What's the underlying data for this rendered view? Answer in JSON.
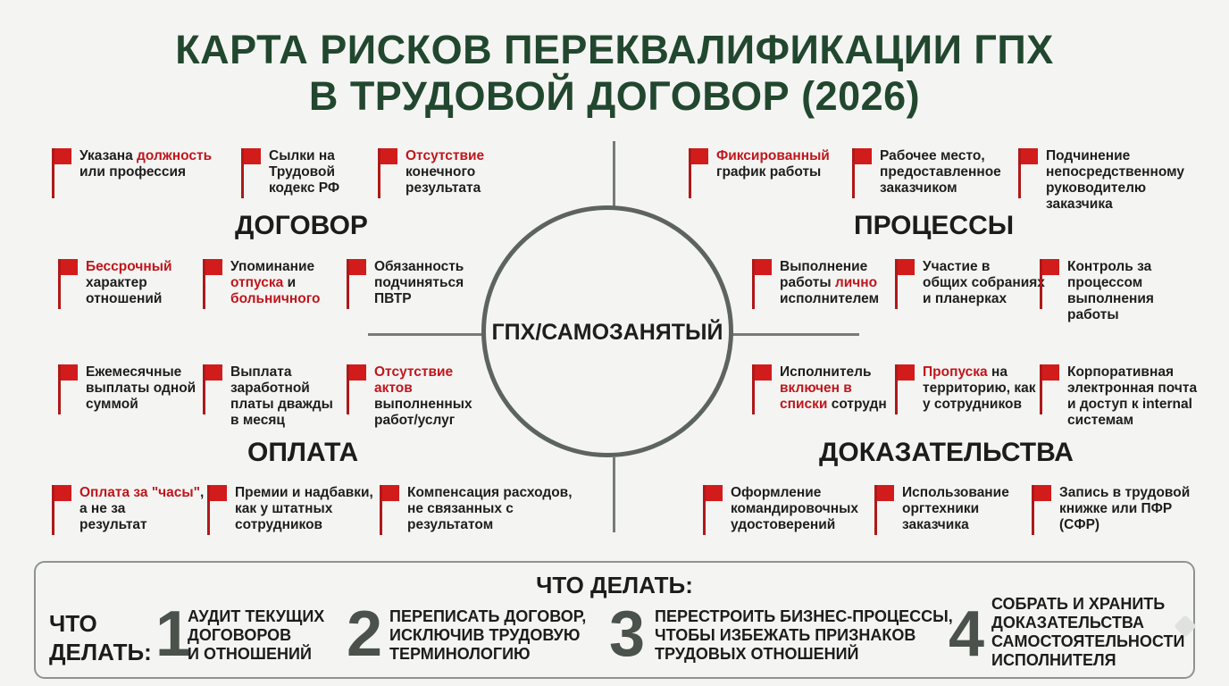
{
  "title": {
    "line1": "КАРТА РИСКОВ ПЕРЕКВАЛИФИКАЦИИ ГПХ",
    "line2": "В ТРУДОВОЙ ДОГОВОР (2026)"
  },
  "center_label": "ГПХ/САМОЗАНЯТЫЙ",
  "sections": {
    "contract": "ДОГОВОР",
    "processes": "ПРОЦЕССЫ",
    "payment": "ОПЛАТА",
    "evidence": "ДОКАЗАТЕЛЬСТВА"
  },
  "risks": [
    {
      "id": "position",
      "lines": [
        [
          {
            "t": "Указана "
          },
          {
            "t": "должность",
            "hl": true
          }
        ],
        [
          {
            "t": "или профессия"
          }
        ]
      ]
    },
    {
      "id": "labor-code",
      "lines": [
        [
          {
            "t": "Сылки на"
          }
        ],
        [
          {
            "t": "Трудовой"
          }
        ],
        [
          {
            "t": "кодекс РФ"
          }
        ]
      ]
    },
    {
      "id": "no-result",
      "lines": [
        [
          {
            "t": "Отсутствие",
            "hl": true
          }
        ],
        [
          {
            "t": "конечного"
          }
        ],
        [
          {
            "t": "результата"
          }
        ]
      ]
    },
    {
      "id": "indefinite",
      "lines": [
        [
          {
            "t": "Бессрочный",
            "hl": true
          }
        ],
        [
          {
            "t": "характер"
          }
        ],
        [
          {
            "t": "отношений"
          }
        ]
      ]
    },
    {
      "id": "vacation",
      "lines": [
        [
          {
            "t": "Упоминание"
          }
        ],
        [
          {
            "t": "отпуска",
            "hl": true
          },
          {
            "t": " и"
          }
        ],
        [
          {
            "t": "больничного",
            "hl": true
          }
        ]
      ]
    },
    {
      "id": "pvtr",
      "lines": [
        [
          {
            "t": "Обязанность"
          }
        ],
        [
          {
            "t": "подчиняться"
          }
        ],
        [
          {
            "t": "ПВТР"
          }
        ]
      ]
    },
    {
      "id": "monthly",
      "lines": [
        [
          {
            "t": "Ежемесячные"
          }
        ],
        [
          {
            "t": "выплаты одной"
          }
        ],
        [
          {
            "t": "суммой"
          }
        ]
      ]
    },
    {
      "id": "salary-twice",
      "lines": [
        [
          {
            "t": "Выплата"
          }
        ],
        [
          {
            "t": "заработной"
          }
        ],
        [
          {
            "t": "платы дважды"
          }
        ],
        [
          {
            "t": "в месяц"
          }
        ]
      ]
    },
    {
      "id": "no-acts",
      "lines": [
        [
          {
            "t": "Отсутствие",
            "hl": true
          }
        ],
        [
          {
            "t": "актов",
            "hl": true
          }
        ],
        [
          {
            "t": "выполненных"
          }
        ],
        [
          {
            "t": "работ/услуг"
          }
        ]
      ]
    },
    {
      "id": "hourly",
      "lines": [
        [
          {
            "t": "Оплата за \"часы\"",
            "hl": true
          },
          {
            "t": ","
          }
        ],
        [
          {
            "t": "а не за"
          }
        ],
        [
          {
            "t": "результат"
          }
        ]
      ]
    },
    {
      "id": "bonuses",
      "lines": [
        [
          {
            "t": "Премии и надбавки,"
          }
        ],
        [
          {
            "t": "как у штатных"
          }
        ],
        [
          {
            "t": "сотрудников"
          }
        ]
      ]
    },
    {
      "id": "expenses",
      "lines": [
        [
          {
            "t": "Компенсация расходов,"
          }
        ],
        [
          {
            "t": "не связанных с"
          }
        ],
        [
          {
            "t": "результатом"
          }
        ]
      ]
    },
    {
      "id": "schedule",
      "lines": [
        [
          {
            "t": "Фиксированный",
            "hl": true
          }
        ],
        [
          {
            "t": "график работы"
          }
        ]
      ]
    },
    {
      "id": "workplace",
      "lines": [
        [
          {
            "t": "Рабочее место,"
          }
        ],
        [
          {
            "t": "предоставленное"
          }
        ],
        [
          {
            "t": "заказчиком"
          }
        ]
      ]
    },
    {
      "id": "subordination",
      "lines": [
        [
          {
            "t": "Подчинение"
          }
        ],
        [
          {
            "t": "непосредственному"
          }
        ],
        [
          {
            "t": "руководителю"
          }
        ],
        [
          {
            "t": "заказчика"
          }
        ]
      ]
    },
    {
      "id": "personally",
      "lines": [
        [
          {
            "t": "Выполнение"
          }
        ],
        [
          {
            "t": "работы "
          },
          {
            "t": "лично",
            "hl": true
          }
        ],
        [
          {
            "t": "исполнителем"
          }
        ]
      ]
    },
    {
      "id": "meetings",
      "lines": [
        [
          {
            "t": "Участие в"
          }
        ],
        [
          {
            "t": "общих собраниях"
          }
        ],
        [
          {
            "t": "и планерках"
          }
        ]
      ]
    },
    {
      "id": "control",
      "lines": [
        [
          {
            "t": "Контроль за"
          }
        ],
        [
          {
            "t": "процессом"
          }
        ],
        [
          {
            "t": "выполнения"
          }
        ],
        [
          {
            "t": "работы"
          }
        ]
      ]
    },
    {
      "id": "staff-lists",
      "lines": [
        [
          {
            "t": "Исполнитель"
          }
        ],
        [
          {
            "t": "включен в",
            "hl": true
          }
        ],
        [
          {
            "t": "списки",
            "hl": true
          },
          {
            "t": " сотрудн"
          }
        ]
      ]
    },
    {
      "id": "passes",
      "lines": [
        [
          {
            "t": "Пропуска",
            "hl": true
          },
          {
            "t": " на"
          }
        ],
        [
          {
            "t": "территорию, как"
          }
        ],
        [
          {
            "t": "у сотрудников"
          }
        ]
      ]
    },
    {
      "id": "corp-email",
      "lines": [
        [
          {
            "t": "Корпоративная"
          }
        ],
        [
          {
            "t": "электронная почта"
          }
        ],
        [
          {
            "t": "и доступ к internal"
          }
        ],
        [
          {
            "t": "системам"
          }
        ]
      ]
    },
    {
      "id": "business-trip",
      "lines": [
        [
          {
            "t": "Оформление"
          }
        ],
        [
          {
            "t": "командировочных"
          }
        ],
        [
          {
            "t": "удостоверений"
          }
        ]
      ]
    },
    {
      "id": "equipment",
      "lines": [
        [
          {
            "t": "Использование"
          }
        ],
        [
          {
            "t": "оргтехники"
          }
        ],
        [
          {
            "t": "заказчика"
          }
        ]
      ]
    },
    {
      "id": "workbook",
      "lines": [
        [
          {
            "t": "Запись в трудовой"
          }
        ],
        [
          {
            "t": "книжке или ПФР"
          }
        ],
        [
          {
            "t": "(СФР)"
          }
        ]
      ]
    }
  ],
  "actions": {
    "heading": "ЧТО ДЕЛАТЬ:",
    "side_label_1": "ЧТО",
    "side_label_2": "ДЕЛАТЬ:",
    "steps": [
      {
        "num": "1",
        "line1": "АУДИТ ТЕКУЩИХ",
        "line2": "ДОГОВОРОВ",
        "line3": "И ОТНОШЕНИЙ",
        "line4": ""
      },
      {
        "num": "2",
        "line1": "ПЕРЕПИСАТЬ ДОГОВОР,",
        "line2": "ИСКЛЮЧИВ ТРУДОВУЮ",
        "line3": "ТЕРМИНОЛОГИЮ",
        "line4": ""
      },
      {
        "num": "3",
        "line1": "ПЕРЕСТРОИТЬ БИЗНЕС-ПРОЦЕССЫ,",
        "line2": "ЧТОБЫ ИЗБЕЖАТЬ ПРИЗНАКОВ",
        "line3": "ТРУДОВЫХ ОТНОШЕНИЙ",
        "line4": ""
      },
      {
        "num": "4",
        "line1": "СОБРАТЬ И ХРАНИТЬ",
        "line2": "ДОКАЗАТЕЛЬСТВА",
        "line3": "САМОСТОЯТЕЛЬНОСТИ",
        "line4": "ИСПОЛНИТЕЛЯ"
      }
    ]
  }
}
